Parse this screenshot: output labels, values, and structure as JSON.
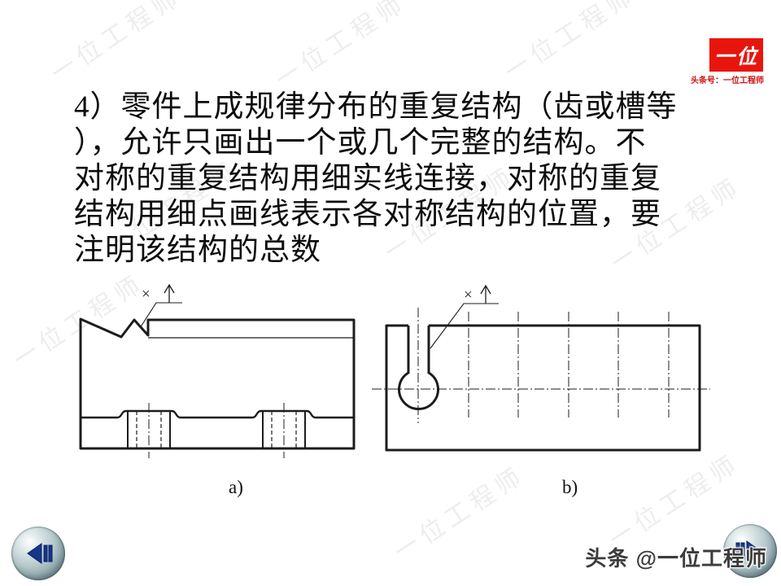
{
  "paragraph": {
    "lines": [
      "4）零件上成规律分布的重复结构（齿或槽等",
      "），允许只画出一个或几个完整的结构。不",
      "对称的重复结构用细实线连接，对称的重复",
      "结构用细点画线表示各对称结构的位置，要",
      "注明该结构的总数"
    ]
  },
  "logo": {
    "box_text": "一位",
    "caption": "头条号：一位工程师"
  },
  "figures": {
    "a": {
      "label": "a)",
      "annotation_symbol": "×"
    },
    "b": {
      "label": "b)",
      "annotation_symbol": "×"
    }
  },
  "watermark": {
    "text": "一位工程师"
  },
  "footer": {
    "credit": "头条 @一位工程师"
  },
  "colors": {
    "logo_red": "#e8150c",
    "caption_red": "#cf1110",
    "nav_icon_blue": "#16368c",
    "drawing_black": "#1c1c1c",
    "footer_text": "#3c3c3c"
  }
}
